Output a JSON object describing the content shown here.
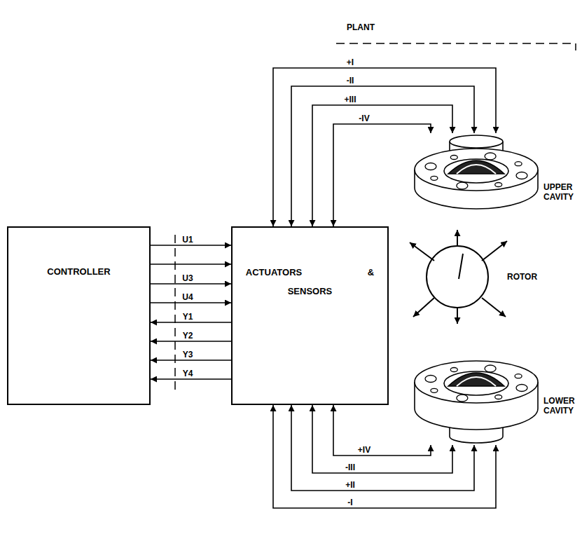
{
  "diagram": {
    "nodes": [
      {
        "text": [
          "CONTROLLER"
        ]
      },
      {
        "text": [
          "PLANT"
        ]
      },
      {
        "text": [
          "ACTUATORS & SENSORS"
        ],
        "in": 1
      },
      {
        "text": [
          "UPPER CAVITY"
        ],
        "in": 1
      },
      {
        "text": [
          "ROTOR"
        ],
        "in": 1
      },
      {
        "text": [
          "LOWER CAVITY"
        ],
        "in": 1
      }
    ],
    "edges": [
      {
        "from": 0,
        "to": 2,
        "arrow": "to",
        "label": "U1"
      },
      {
        "from": 0,
        "to": 2,
        "arrow": "to"
      },
      {
        "from": 0,
        "to": 2,
        "arrow": "to",
        "label": "U3"
      },
      {
        "from": 0,
        "to": 2,
        "arrow": "to",
        "label": "U4"
      },
      {
        "from": 2,
        "to": 0,
        "arrow": "to",
        "label": "Y1"
      },
      {
        "from": 2,
        "to": 0,
        "arrow": "to",
        "label": "Y2"
      },
      {
        "from": 2,
        "to": 0,
        "arrow": "to",
        "label": "Y3"
      },
      {
        "from": 2,
        "to": 0,
        "arrow": "to",
        "label": "Y4"
      },
      {
        "from": 2,
        "to": 3,
        "arrow": "both",
        "label": "+I"
      },
      {
        "from": 2,
        "to": 3,
        "arrow": "both",
        "label": "-II"
      },
      {
        "from": 2,
        "to": 3,
        "arrow": "both",
        "label": "+III"
      },
      {
        "from": 2,
        "to": 3,
        "arrow": "both",
        "label": "-IV"
      },
      {
        "from": 2,
        "to": 5,
        "arrow": "both",
        "label": "+IV"
      },
      {
        "from": 2,
        "to": 5,
        "arrow": "both",
        "label": "-III"
      },
      {
        "from": 2,
        "to": 5,
        "arrow": "both",
        "label": "+II"
      },
      {
        "from": 2,
        "to": 5,
        "arrow": "both",
        "label": "-I"
      }
    ]
  }
}
